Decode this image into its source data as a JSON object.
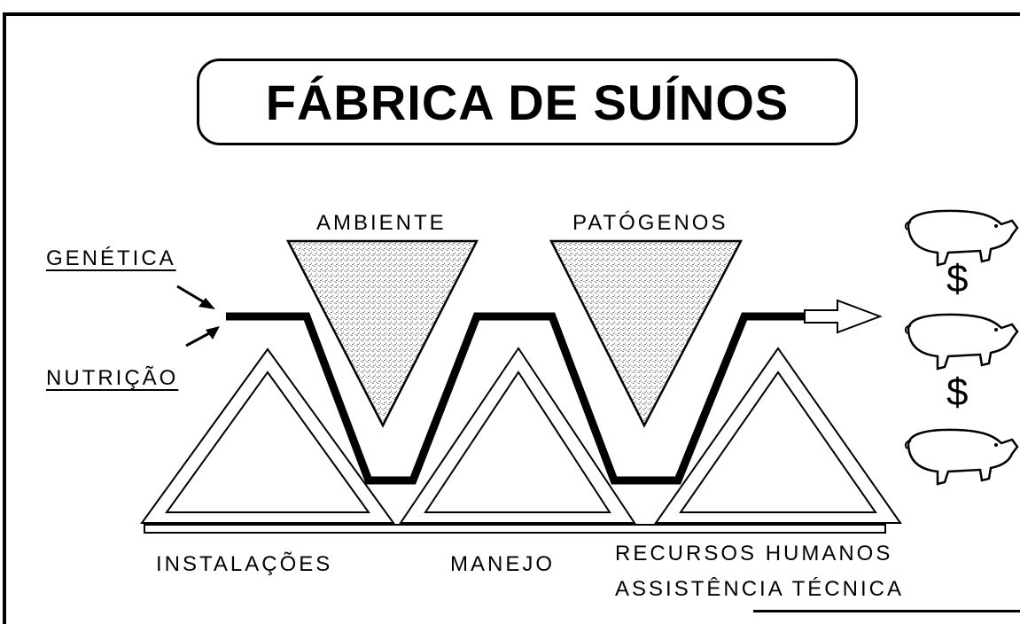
{
  "title": "FÁBRICA DE SUÍNOS",
  "inputs": {
    "genetics": "GENÉTICA",
    "nutrition": "NUTRIÇÃO"
  },
  "threats": {
    "environment": "AMBIENTE",
    "pathogens": "PATÓGENOS"
  },
  "supports": {
    "facilities": "INSTALAÇÕES",
    "management": "MANEJO",
    "human_resources": "RECURSOS HUMANOS",
    "technical_assistance": "ASSISTÊNCIA TÉCNICA"
  },
  "outputs": {
    "currency_1": "$",
    "currency_2": "$"
  },
  "icons": [
    "pig-icon",
    "arrow-icon",
    "inverted-triangle-icon",
    "triangle-icon"
  ],
  "colors": {
    "line": "#000000",
    "background": "#ffffff",
    "stipple": "#9a9a9a"
  }
}
